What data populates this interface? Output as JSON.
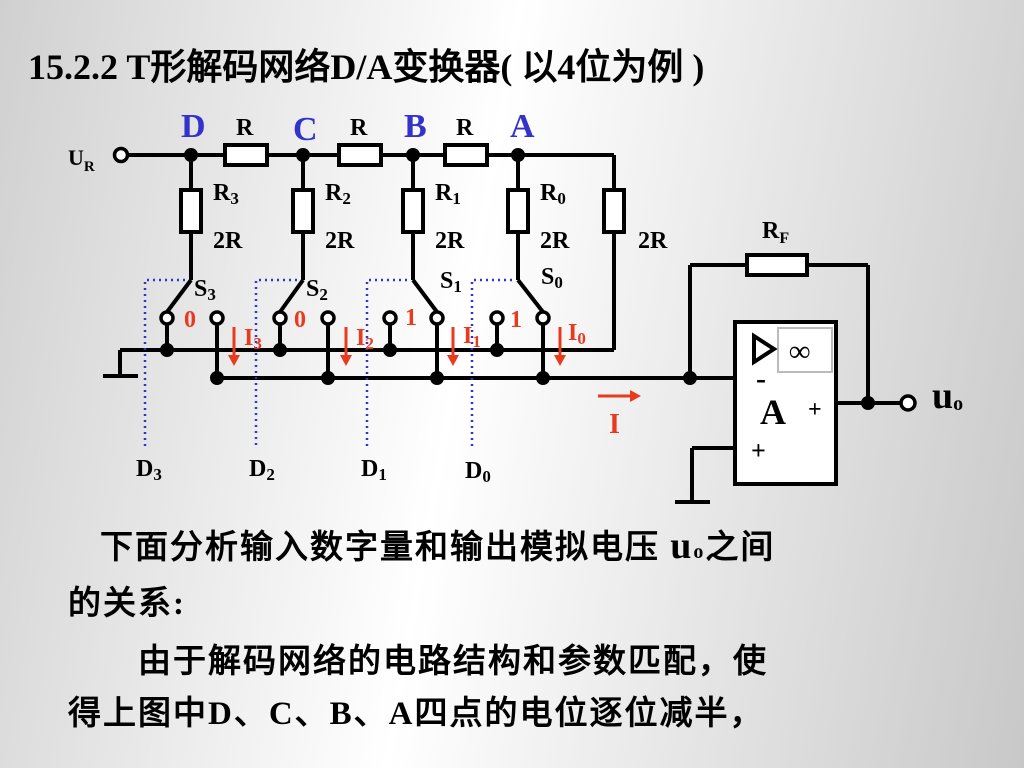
{
  "title": "15.2.2  T形解码网络D/A变换器( 以4位为例 )",
  "colors": {
    "node_label": "#3333cc",
    "current": "#e83a1e",
    "wire": "#000000",
    "dotted": "#3333cc"
  },
  "circuit": {
    "input_label": "U",
    "input_sub": "R",
    "nodes": [
      "D",
      "C",
      "B",
      "A"
    ],
    "series_resistor": "R",
    "shunt_resistors": [
      {
        "name": "R",
        "sub": "3",
        "value": "2R"
      },
      {
        "name": "R",
        "sub": "2",
        "value": "2R"
      },
      {
        "name": "R",
        "sub": "1",
        "value": "2R"
      },
      {
        "name": "R",
        "sub": "0",
        "value": "2R"
      }
    ],
    "terminal_resistor": "2R",
    "switches": [
      {
        "name": "S",
        "sub": "3",
        "state": "0"
      },
      {
        "name": "S",
        "sub": "2",
        "state": "0"
      },
      {
        "name": "S",
        "sub": "1",
        "state": "1"
      },
      {
        "name": "S",
        "sub": "0",
        "state": "1"
      }
    ],
    "currents": [
      {
        "name": "I",
        "sub": "3"
      },
      {
        "name": "I",
        "sub": "2"
      },
      {
        "name": "I",
        "sub": "1"
      },
      {
        "name": "I",
        "sub": "0"
      }
    ],
    "total_current": "I",
    "data_bits": [
      {
        "name": "D",
        "sub": "3"
      },
      {
        "name": "D",
        "sub": "2"
      },
      {
        "name": "D",
        "sub": "1"
      },
      {
        "name": "D",
        "sub": "0"
      }
    ],
    "feedback_resistor": {
      "name": "R",
      "sub": "F"
    },
    "opamp": {
      "label": "A",
      "gain": "∞",
      "minus": "-",
      "plus_in": "+",
      "plus_out": "+"
    },
    "output_label": "u",
    "output_sub": "o"
  },
  "paragraph1": {
    "text_before": "下面分析输入数字量和输出模拟电压 ",
    "var": "u",
    "var_sub": "o",
    "text_after": "之间",
    "line2": "的关系:"
  },
  "paragraph2": {
    "line1": "由于解码网络的电路结构和参数匹配，使",
    "line2": "得上图中D、C、B、A四点的电位逐位减半，"
  }
}
